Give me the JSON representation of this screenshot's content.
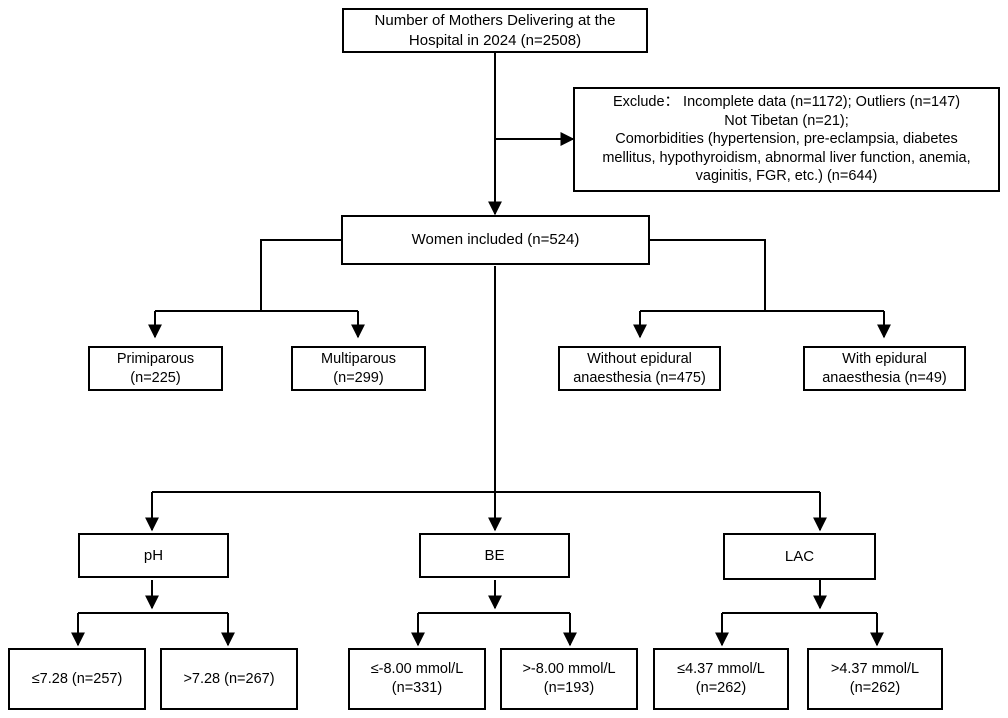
{
  "diagram": {
    "title": "Study flow diagram of mothers delivering at the hospital in 2024",
    "type": "flowchart",
    "nodes": {
      "enrollment": "Number of Mothers Delivering at the\nHospital in 2024 (n=2508)",
      "exclusion": "Exclude： Incomplete data (n=1172); Outliers (n=147)\nNot Tibetan (n=21);\nComorbidities (hypertension, pre-eclampsia, diabetes\nmellitus, hypothyroidism, abnormal liver function, anemia,\nvaginitis, FGR, etc.) (n=644)",
      "included": "Women included (n=524)",
      "primiparous": "Primiparous\n(n=225)",
      "multiparous": "Multiparous\n(n=299)",
      "without_epidural": "Without epidural\nanaesthesia (n=475)",
      "with_epidural": "With epidural\nanaesthesia (n=49)",
      "ph": "pH",
      "be": "BE",
      "lac": "LAC",
      "ph_low": "≤7.28  (n=257)",
      "ph_high": ">7.28  (n=267)",
      "be_low": "≤-8.00 mmol/L\n(n=331)",
      "be_high": ">-8.00 mmol/L\n(n=193)",
      "lac_low": "≤4.37 mmol/L\n(n=262)",
      "lac_high": ">4.37 mmol/L\n(n=262)"
    },
    "counts": {
      "total_delivering": 2508,
      "excluded_incomplete_data": 1172,
      "excluded_outliers": 147,
      "excluded_not_tibetan": 21,
      "excluded_comorbidities": 644,
      "included": 524,
      "primiparous": 225,
      "multiparous": 299,
      "without_epidural": 475,
      "with_epidural": 49,
      "ph_low": 257,
      "ph_high": 267,
      "be_low": 331,
      "be_high": 193,
      "lac_low": 262,
      "lac_high": 262
    },
    "thresholds": {
      "ph": "7.28",
      "be": "-8.00 mmol/L",
      "lac": "4.37 mmol/L"
    },
    "colors": {
      "stroke": "#000000",
      "background": "#ffffff",
      "text": "#000000"
    }
  }
}
